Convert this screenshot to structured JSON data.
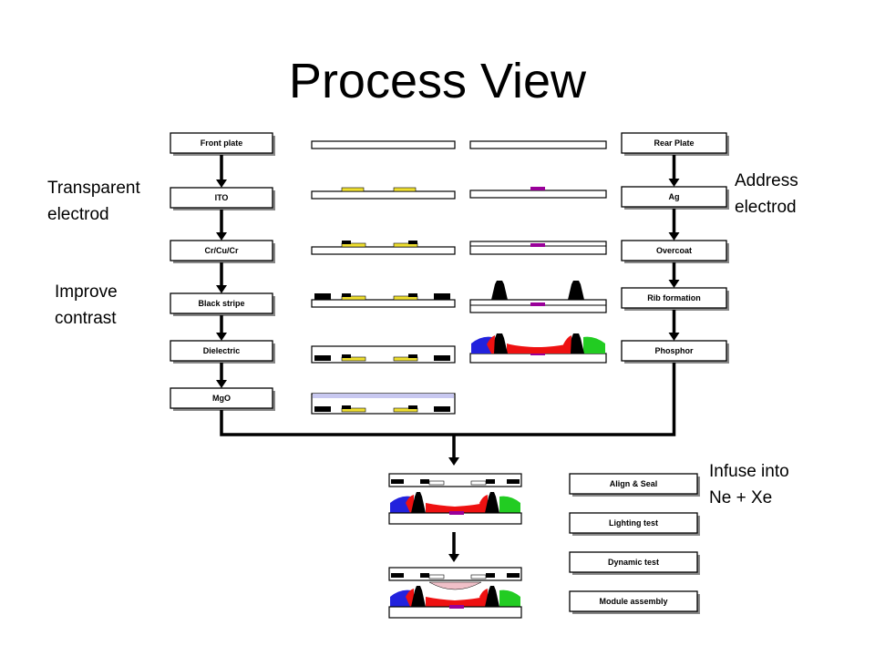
{
  "title": "Process View",
  "annotations": {
    "transparent": "Transparent\nelectrod",
    "address": "Address\nelectrod",
    "improve": "Improve\ncontrast",
    "infuse": "Infuse into\nNe + Xe"
  },
  "front_steps": [
    "Front plate",
    "ITO",
    "Cr/Cu/Cr",
    "Black stripe",
    "Dielectric",
    "MgO"
  ],
  "rear_steps": [
    "Rear Plate",
    "Ag",
    "Overcoat",
    "Rib formation",
    "Phosphor"
  ],
  "final_steps": [
    "Align & Seal",
    "Lighting test",
    "Dynamic test",
    "Module assembly"
  ],
  "colors": {
    "ito": "#f0e030",
    "black": "#000000",
    "address": "#990099",
    "dielectric": "#c8c8f0",
    "red_phosphor": "#ee1111",
    "green_phosphor": "#22cc22",
    "blue_phosphor": "#2222dd",
    "plasma": "#f0c0c8",
    "box_fill": "#ffffff",
    "line": "#000000"
  }
}
